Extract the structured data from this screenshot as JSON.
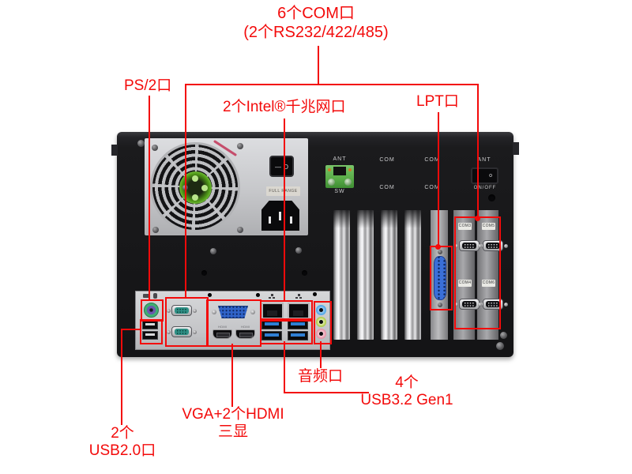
{
  "colors": {
    "annotation_red": "#f30a0a",
    "chassis_black": "#1a1a1c",
    "psu_silver": "#c9cacc",
    "terminal_green": "#58ab47",
    "lpt_blue": "#3a6fd8",
    "usb3_blue": "#2f7fd4"
  },
  "annotations": {
    "com_group": {
      "line1": "6个COM口",
      "line2": "(2个RS232/422/485)"
    },
    "ps2": "PS/2口",
    "intel_lan": "2个Intel®千兆网口",
    "lpt": "LPT口",
    "audio": "音频口",
    "usb3": {
      "line1": "4个",
      "line2": "USB3.2 Gen1"
    },
    "display": {
      "line1": "VGA+2个HDMI",
      "line2": "三显"
    },
    "usb2": {
      "line1": "2个",
      "line2": "USB2.0口"
    }
  },
  "panel": {
    "psu_sticker": "FULL RANGE",
    "psu_switch": {
      "dash": "—",
      "circle": "O"
    },
    "right_switch": {
      "dash": "-",
      "circle": "o"
    },
    "silkscreen": {
      "ant_left": "ANT",
      "sw": "SW",
      "com_labels": [
        "COM",
        "COM",
        "COM",
        "COM"
      ],
      "ant_right": "ANT",
      "on_off": "ON/OFF"
    },
    "com_port_stickers": [
      "COM3",
      "COM5",
      "COM4",
      "COM6"
    ],
    "io": {
      "hdmi_labels": [
        "HDMI",
        "HDMI"
      ]
    }
  }
}
